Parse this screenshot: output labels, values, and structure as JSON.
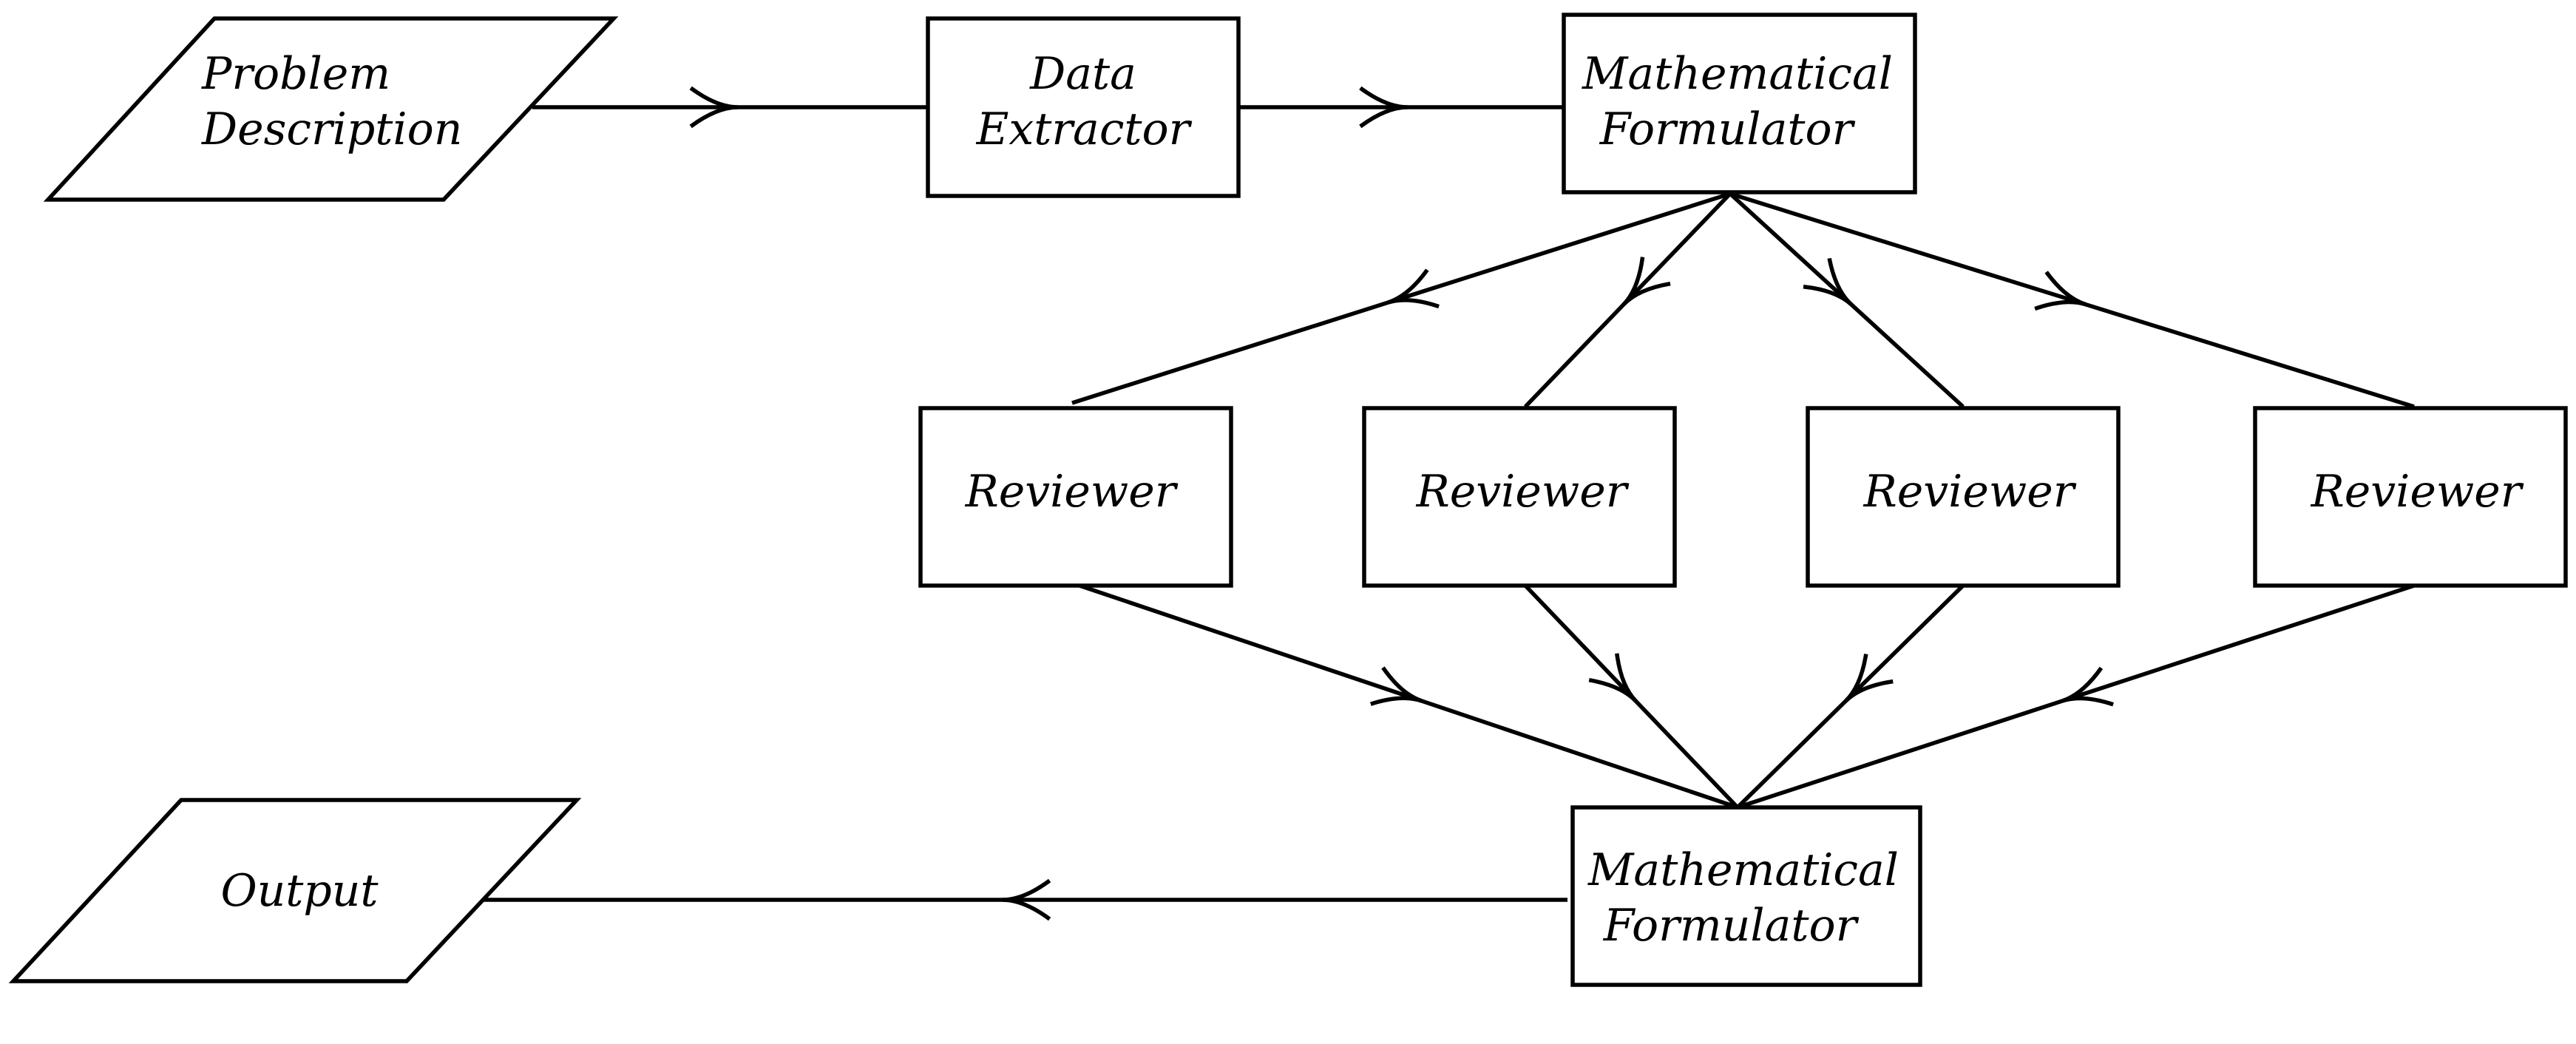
{
  "nodes": {
    "problem": {
      "lines": [
        "Problem",
        "Description"
      ]
    },
    "extractor": {
      "lines": [
        "Data",
        "Extractor"
      ]
    },
    "formulator_top": {
      "lines": [
        "Mathematical",
        "Formulator"
      ]
    },
    "reviewer1": {
      "lines": [
        "Reviewer"
      ]
    },
    "reviewer2": {
      "lines": [
        "Reviewer"
      ]
    },
    "reviewer3": {
      "lines": [
        "Reviewer"
      ]
    },
    "reviewer4": {
      "lines": [
        "Reviewer"
      ]
    },
    "formulator_bottom": {
      "lines": [
        "Mathematical",
        "Formulator"
      ]
    },
    "output": {
      "lines": [
        "Output"
      ]
    }
  },
  "edges": [
    {
      "from": "problem",
      "to": "extractor"
    },
    {
      "from": "extractor",
      "to": "formulator_top"
    },
    {
      "from": "formulator_top",
      "to": "reviewer1"
    },
    {
      "from": "formulator_top",
      "to": "reviewer2"
    },
    {
      "from": "formulator_top",
      "to": "reviewer3"
    },
    {
      "from": "formulator_top",
      "to": "reviewer4"
    },
    {
      "from": "reviewer1",
      "to": "formulator_bottom"
    },
    {
      "from": "reviewer2",
      "to": "formulator_bottom"
    },
    {
      "from": "reviewer3",
      "to": "formulator_bottom"
    },
    {
      "from": "reviewer4",
      "to": "formulator_bottom"
    },
    {
      "from": "formulator_bottom",
      "to": "output"
    }
  ]
}
